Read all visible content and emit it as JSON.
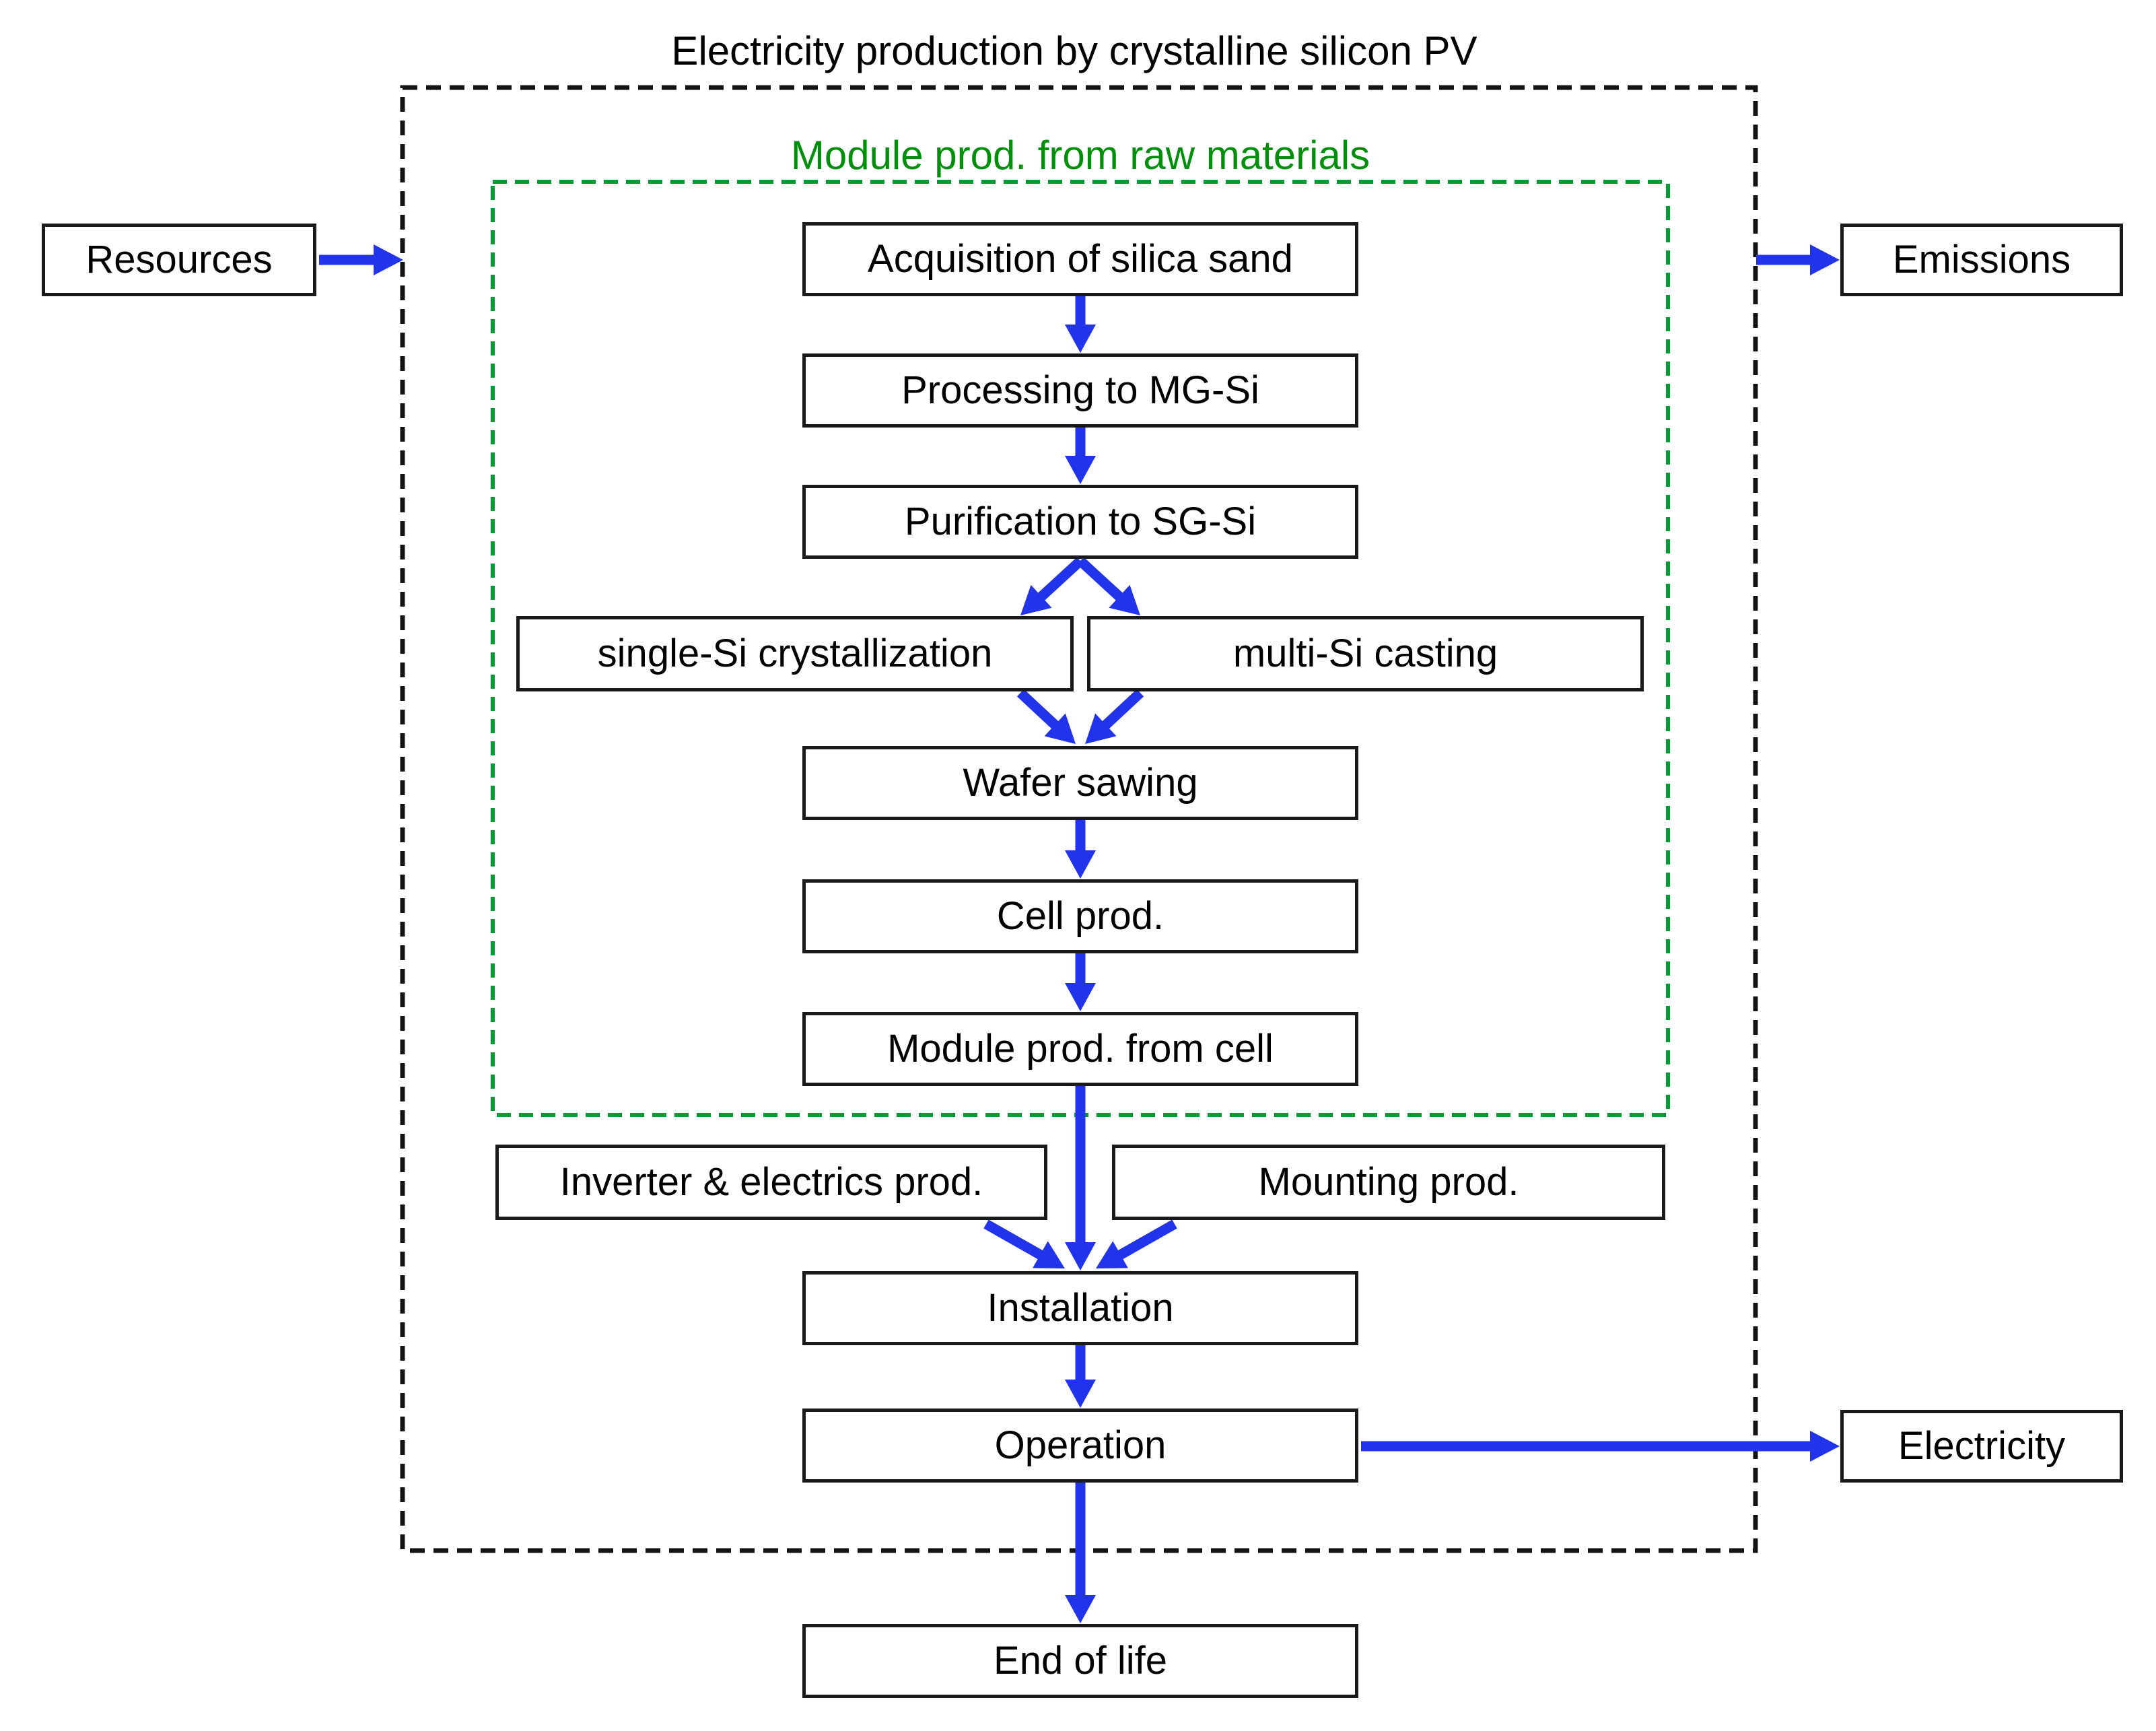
{
  "title": "Electricity production by crystalline silicon PV",
  "group_label": "Module prod. from raw materials",
  "colors": {
    "arrow": "#2233EC",
    "group_border": "#009B33",
    "group_label_text": "#008F0B",
    "system_border": "#141414",
    "box_border": "#1A1A1A",
    "box_fill": "#FFFFFF"
  },
  "nodes": {
    "resources": {
      "label": "Resources"
    },
    "emissions": {
      "label": "Emissions"
    },
    "electricity": {
      "label": "Electricity"
    },
    "acquisition": {
      "label": "Acquisition of silica sand"
    },
    "processing": {
      "label": "Processing to MG-Si"
    },
    "purification": {
      "label": "Purification to SG-Si"
    },
    "single_si": {
      "label": "single-Si crystallization"
    },
    "multi_si": {
      "label": "multi-Si casting"
    },
    "wafer": {
      "label": "Wafer sawing"
    },
    "cell": {
      "label": "Cell prod."
    },
    "module_cell": {
      "label": "Module prod. from cell"
    },
    "inverter": {
      "label": "Inverter & electrics prod."
    },
    "mounting": {
      "label": "Mounting prod."
    },
    "installation": {
      "label": "Installation"
    },
    "operation": {
      "label": "Operation"
    },
    "end_of_life": {
      "label": "End of life"
    }
  }
}
